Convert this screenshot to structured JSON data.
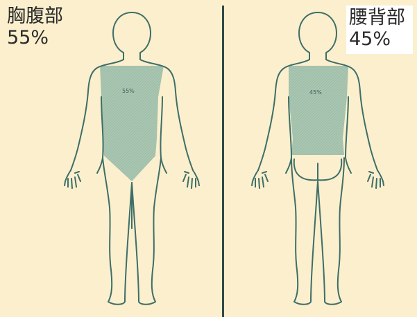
{
  "front": {
    "region_name": "胸腹部",
    "percent_label": "55%",
    "inner_label": "55%"
  },
  "back": {
    "region_name": "腰背部",
    "percent_label": "45%",
    "inner_label": "45%"
  },
  "colors": {
    "background": "#fbefcd",
    "outline": "#3e6e68",
    "shade": "#a8c4b0",
    "divider": "#2f4a47"
  }
}
